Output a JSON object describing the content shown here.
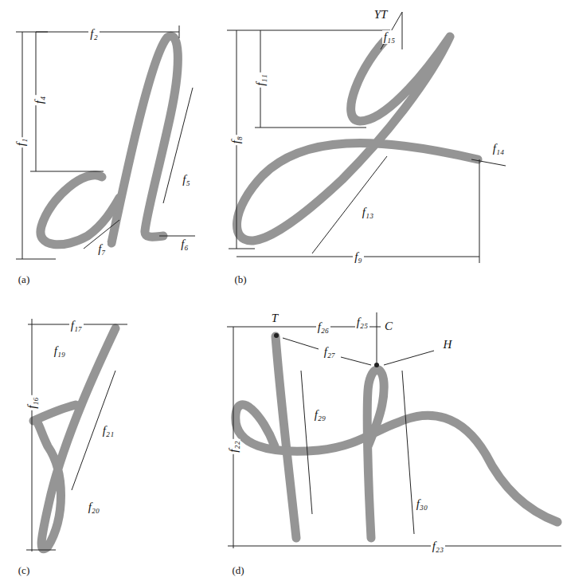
{
  "diagram": {
    "labels": [
      "f₂",
      "f₄",
      "f₁",
      "f₅",
      "f₆",
      "f₇",
      "(a)",
      "YT",
      "f₁₅",
      "f₁₁",
      "f₈",
      "f₁₄",
      "f₁₃",
      "f₉",
      "(b)",
      "f₁₇",
      "f₁₉",
      "f₁₆",
      "f₂₁",
      "f₂₀",
      "(c)",
      "T",
      "f₂₆",
      "f₂₅",
      "C",
      "f₂₇",
      "H",
      "f₂₉",
      "f₂₂",
      "f₃₀",
      "f₂₃",
      "(d)"
    ]
  }
}
